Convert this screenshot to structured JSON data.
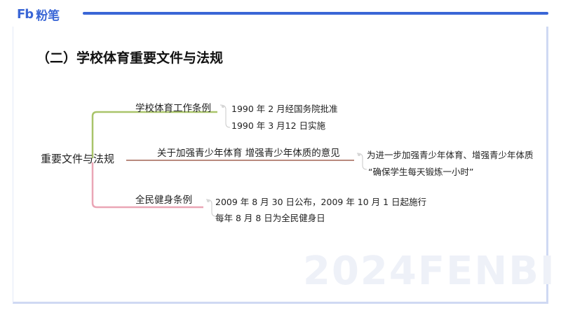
{
  "brand": {
    "mark": "Fb",
    "name": "粉笔"
  },
  "slide": {
    "title": "（二）学校体育重要文件与法规"
  },
  "mindmap": {
    "root": "重要文件与法规",
    "branches": [
      {
        "label": "学校体育工作条例",
        "color": "#a9c46a",
        "leaves": [
          "1990 年 2 月经国务院批准",
          "1990 年 3 月12 日实施"
        ]
      },
      {
        "label": "关于加强青少年体育 增强青少年体质的意见",
        "color": "#b98a7e",
        "leaves": [
          "为进一步加强青少年体育、增强青少年体质",
          "“确保学生每天锻炼一小时”"
        ]
      },
      {
        "label": "全民健身条例",
        "color": "#eaa6b6",
        "leaves": [
          "2009 年 8 月 30 日公布，2009 年 10 月 1 日起施行",
          "每年 8 月 8 日为全民健身日"
        ]
      }
    ]
  },
  "watermark": "2024FENBI"
}
